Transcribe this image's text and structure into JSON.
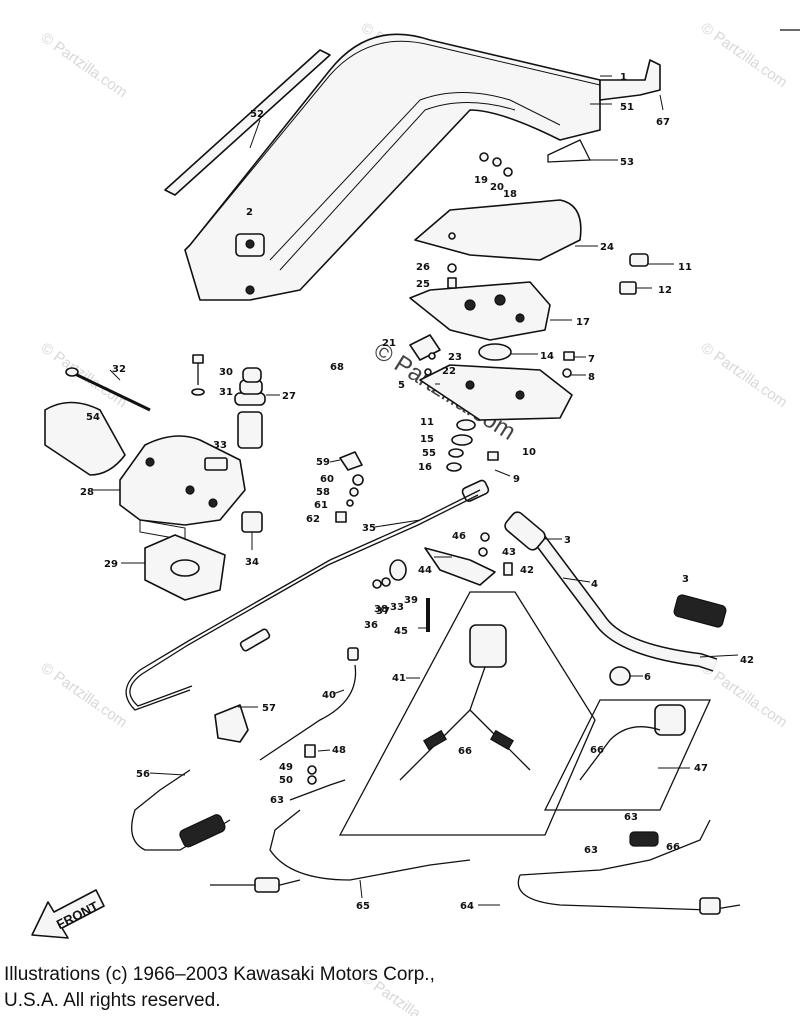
{
  "watermark": "© Partzilla.com",
  "front_label": "FRONT",
  "copyright": {
    "line1": "Illustrations (c) 1966–2003 Kawasaki Motors Corp.,",
    "line2": "U.S.A.  All rights reserved."
  },
  "callouts": {
    "c1": "1",
    "c2": "2",
    "c3a": "3",
    "c3b": "3",
    "c4": "4",
    "c5": "5",
    "c6": "6",
    "c7": "7",
    "c8": "8",
    "c10": "10",
    "c11a": "11",
    "c11b": "11",
    "c12": "12",
    "c14": "14",
    "c15": "15",
    "c16": "16",
    "c17": "17",
    "c18": "18",
    "c19": "19",
    "c20": "20",
    "c21": "21",
    "c22": "22",
    "c23": "23",
    "c24": "24",
    "c25": "25",
    "c26": "26",
    "c27": "27",
    "c28": "28",
    "c29": "29",
    "c30": "30",
    "c31": "31",
    "c32": "32",
    "c33": "33",
    "c34": "34",
    "c35": "35",
    "c36": "36",
    "c37": "37",
    "c38": "38",
    "c39": "39",
    "c40": "40",
    "c41": "41",
    "c42a": "42",
    "c42b": "42",
    "c43": "43",
    "c44": "44",
    "c45": "45",
    "c46": "46",
    "c47": "47",
    "c48": "48",
    "c49": "49",
    "c50": "50",
    "c51": "51",
    "c52": "52",
    "c53": "53",
    "c54": "54",
    "c55": "55",
    "c56": "56",
    "c57": "57",
    "c58": "58",
    "c59": "59",
    "c60": "60",
    "c61": "61",
    "c62": "62",
    "c63a": "63",
    "c63b": "63",
    "c63c": "63",
    "c64": "64",
    "c65": "65",
    "c66a": "66",
    "c66b": "66",
    "c66c": "66",
    "c67": "67",
    "c68": "68",
    "c9": "9"
  }
}
